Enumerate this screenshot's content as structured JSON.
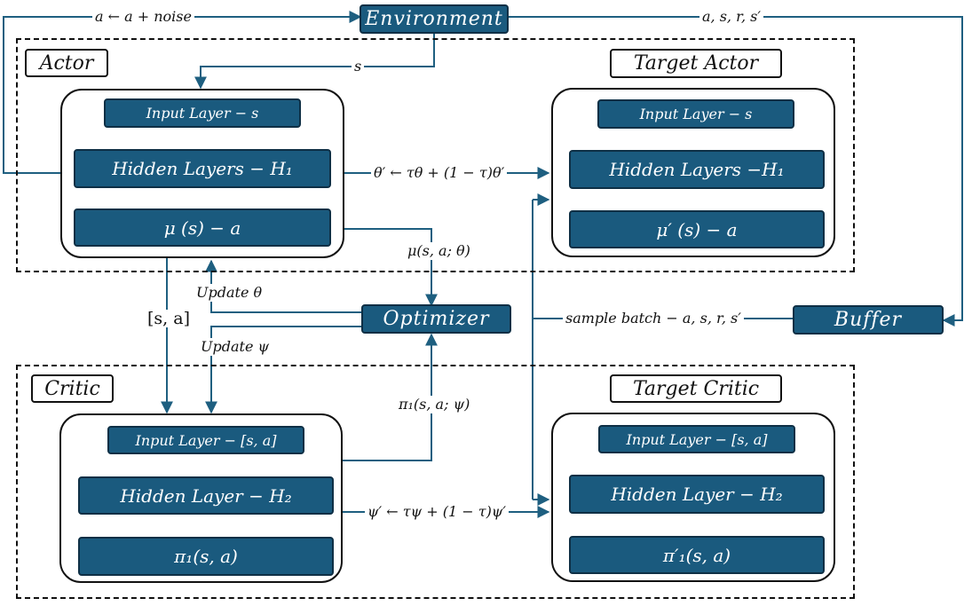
{
  "colors": {
    "block": "#1a5a7e",
    "block_border": "#0e2f45",
    "wire": "#1e5f80"
  },
  "top": {
    "environment": "Environment",
    "action_noise": "a ← a + noise",
    "transition": "a, s, r, s′",
    "state": "s"
  },
  "actor": {
    "title": "Actor",
    "input": "Input Layer − s",
    "hidden": "Hidden Layers − H₁",
    "output": "μ (s) − a"
  },
  "target_actor": {
    "title": "Target Actor",
    "input": "Input Layer − s",
    "hidden": "Hidden Layers −H₁",
    "output": "μ′ (s) − a"
  },
  "critic": {
    "title": "Critic",
    "input": "Input Layer − [s, a]",
    "hidden": "Hidden Layer − H₂",
    "output": "π₁(s, a)"
  },
  "target_critic": {
    "title": "Target Critic",
    "input": "Input Layer − [s, a]",
    "hidden": "Hidden Layer − H₂",
    "output": "π′₁(s, a)"
  },
  "middle": {
    "optimizer": "Optimizer",
    "buffer": "Buffer",
    "actor_soft_update": "θ′ ← τθ + (1 − τ)θ′",
    "critic_soft_update": "ψ′ ← τψ + (1 − τ)ψ′",
    "actor_gradient": "μ(s, a; θ)",
    "critic_gradient": "π₁(s, a; ψ)",
    "update_theta": "Update θ",
    "update_psi": "Update ψ",
    "state_action": "[s, a]",
    "sample_batch": "sample batch  − a, s, r, s′"
  }
}
